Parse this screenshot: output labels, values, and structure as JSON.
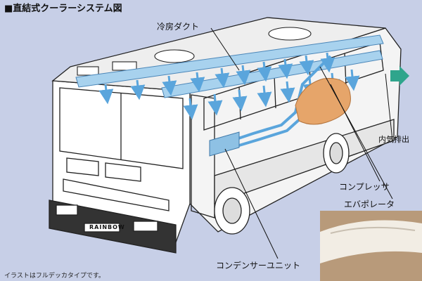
{
  "title": "■直結式クーラーシステム図",
  "labels": {
    "duct": "冷房ダクト",
    "exhaust": "内気排出",
    "compressor": "コンプレッサ",
    "evaporator": "エバポレータ",
    "condenser": "コンデンサーユニット"
  },
  "bus_plate": "RAINBOW",
  "caption": "イラストはフルデッカタイプです。",
  "colors": {
    "background": "#c7cfe7",
    "duct": "#a8d2ee",
    "airflow": "#5aa5dc",
    "evaporator": "#e6a56a",
    "exhaust_arrow": "#2fa58c",
    "body": "#ffffff",
    "outline": "#222222"
  }
}
